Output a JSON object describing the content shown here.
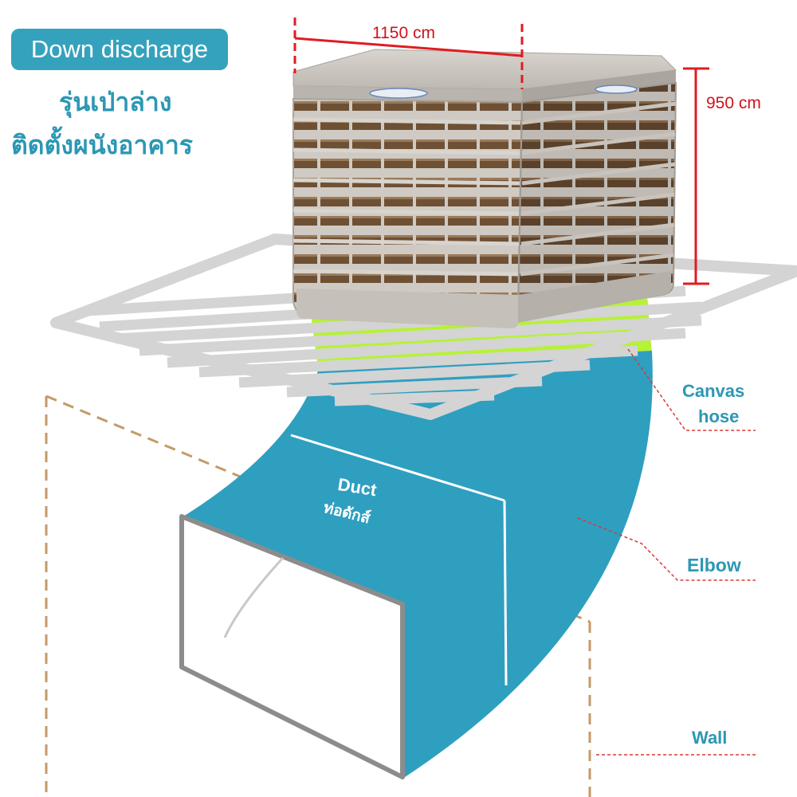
{
  "header": {
    "badge": "Down discharge",
    "thai_line1": "รุ่นเป่าล่าง",
    "thai_line2": "ติดตั้งผนังอาคาร"
  },
  "dimensions": {
    "width": "1150 cm",
    "height": "950 cm"
  },
  "callouts": {
    "canvas_line1": "Canvas",
    "canvas_line2": "hose",
    "elbow": "Elbow",
    "wall": "Wall",
    "duct_en": "Duct",
    "duct_th": "ท่อดักส์"
  },
  "colors": {
    "accent": "#35a2bd",
    "duct": "#2f9fc0",
    "canvas": "#b6f235",
    "dimension": "#d1121b",
    "wall": "#c49a68",
    "frame": "#d4d4d4",
    "cooler_body": "#c9c4bd",
    "cooler_pad": "#7a5a3c"
  }
}
